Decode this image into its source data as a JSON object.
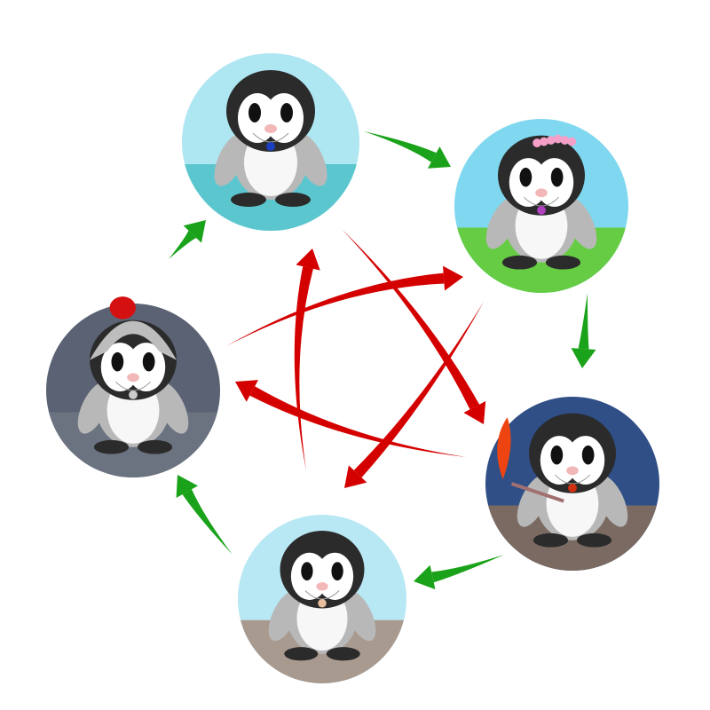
{
  "colors": {
    "generating_arrow": "#1aa31a",
    "overcoming_arrow": "#d40000",
    "penguin_dark": "#2b2b2b",
    "penguin_grey": "#b8b8b8",
    "penguin_white": "#f7f7f7"
  },
  "nodes": [
    {
      "id": "water",
      "icon": "penguin-water-icon",
      "sky": "#aee6f2",
      "ground": "#5cc6cf"
    },
    {
      "id": "wood",
      "icon": "penguin-flower-icon",
      "sky": "#7fd8f0",
      "ground": "#66cc44"
    },
    {
      "id": "fire",
      "icon": "penguin-fire-icon",
      "sky": "#2f4f86",
      "ground": "#7a6a62"
    },
    {
      "id": "earth",
      "icon": "penguin-earth-icon",
      "sky": "#b8e8f4",
      "ground": "#a99a90"
    },
    {
      "id": "metal",
      "icon": "penguin-metal-icon",
      "sky": "#5a6273",
      "ground": "#6b7380"
    }
  ],
  "cycle_edges": [
    [
      0,
      1
    ],
    [
      1,
      2
    ],
    [
      2,
      3
    ],
    [
      3,
      4
    ],
    [
      4,
      0
    ]
  ],
  "star_edges": [
    [
      0,
      2
    ],
    [
      2,
      4
    ],
    [
      4,
      1
    ],
    [
      1,
      3
    ],
    [
      3,
      0
    ]
  ]
}
